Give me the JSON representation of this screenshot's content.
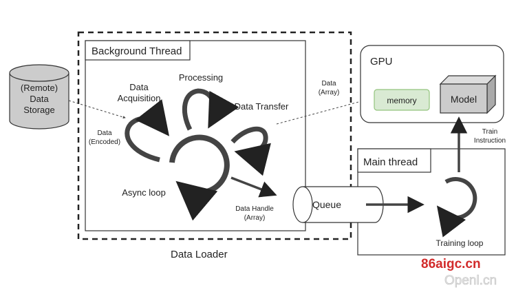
{
  "storage": {
    "line1": "(Remote)",
    "line2": "Data",
    "line3": "Storage"
  },
  "background_thread": {
    "title": "Background Thread"
  },
  "labels": {
    "data_acquisition_1": "Data",
    "data_acquisition_2": "Acquisition",
    "processing": "Processing",
    "data_transfer": "Data Transfer",
    "data_encoded_1": "Data",
    "data_encoded_2": "(Encoded)",
    "async_loop": "Async loop",
    "data_handle_1": "Data Handle",
    "data_handle_2": "(Array)",
    "data_array_1": "Data",
    "data_array_2": "(Array)",
    "train_instruction_1": "Train",
    "train_instruction_2": "Instruction",
    "training_loop": "Training loop"
  },
  "data_loader": {
    "caption": "Data Loader"
  },
  "gpu": {
    "title": "GPU",
    "memory": "memory",
    "model": "Model"
  },
  "queue": {
    "label": "Queue"
  },
  "main_thread": {
    "title": "Main thread"
  },
  "watermark": {
    "line1": "86aigc.cn",
    "line2": "Openl.cn"
  },
  "colors": {
    "memory_fill": "#d9ead3",
    "memory_border": "#93c47d",
    "model_fill": "#cccccc",
    "storage_fill": "#cccccc",
    "watermark_red": "#d22b2b"
  }
}
